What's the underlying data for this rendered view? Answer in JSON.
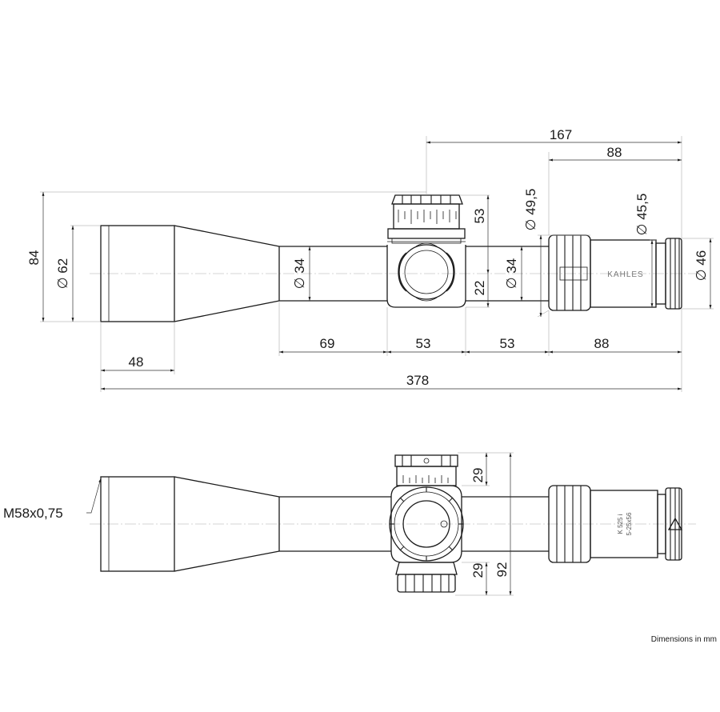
{
  "top_view": {
    "dims": {
      "d167": "167",
      "d88_top": "88",
      "d53_vert": "53",
      "d49_5": "49,5",
      "d45_5": "45,5",
      "d84": "84",
      "d62": "62",
      "d34_left": "34",
      "d34_right": "34",
      "d22": "22",
      "d46": "46",
      "d69": "69",
      "d53_a": "53",
      "d53_b": "53",
      "d88_bottom": "88",
      "d48": "48",
      "d378": "378"
    },
    "brand": "KAHLES"
  },
  "side_view": {
    "thread_label": "M58x0,75",
    "dims": {
      "d29_top": "29",
      "d29_bottom": "29",
      "d92": "92"
    },
    "model": "K 525 i",
    "model_sub": "5-25x56"
  },
  "footer": {
    "note": "Dimensions in mm"
  }
}
